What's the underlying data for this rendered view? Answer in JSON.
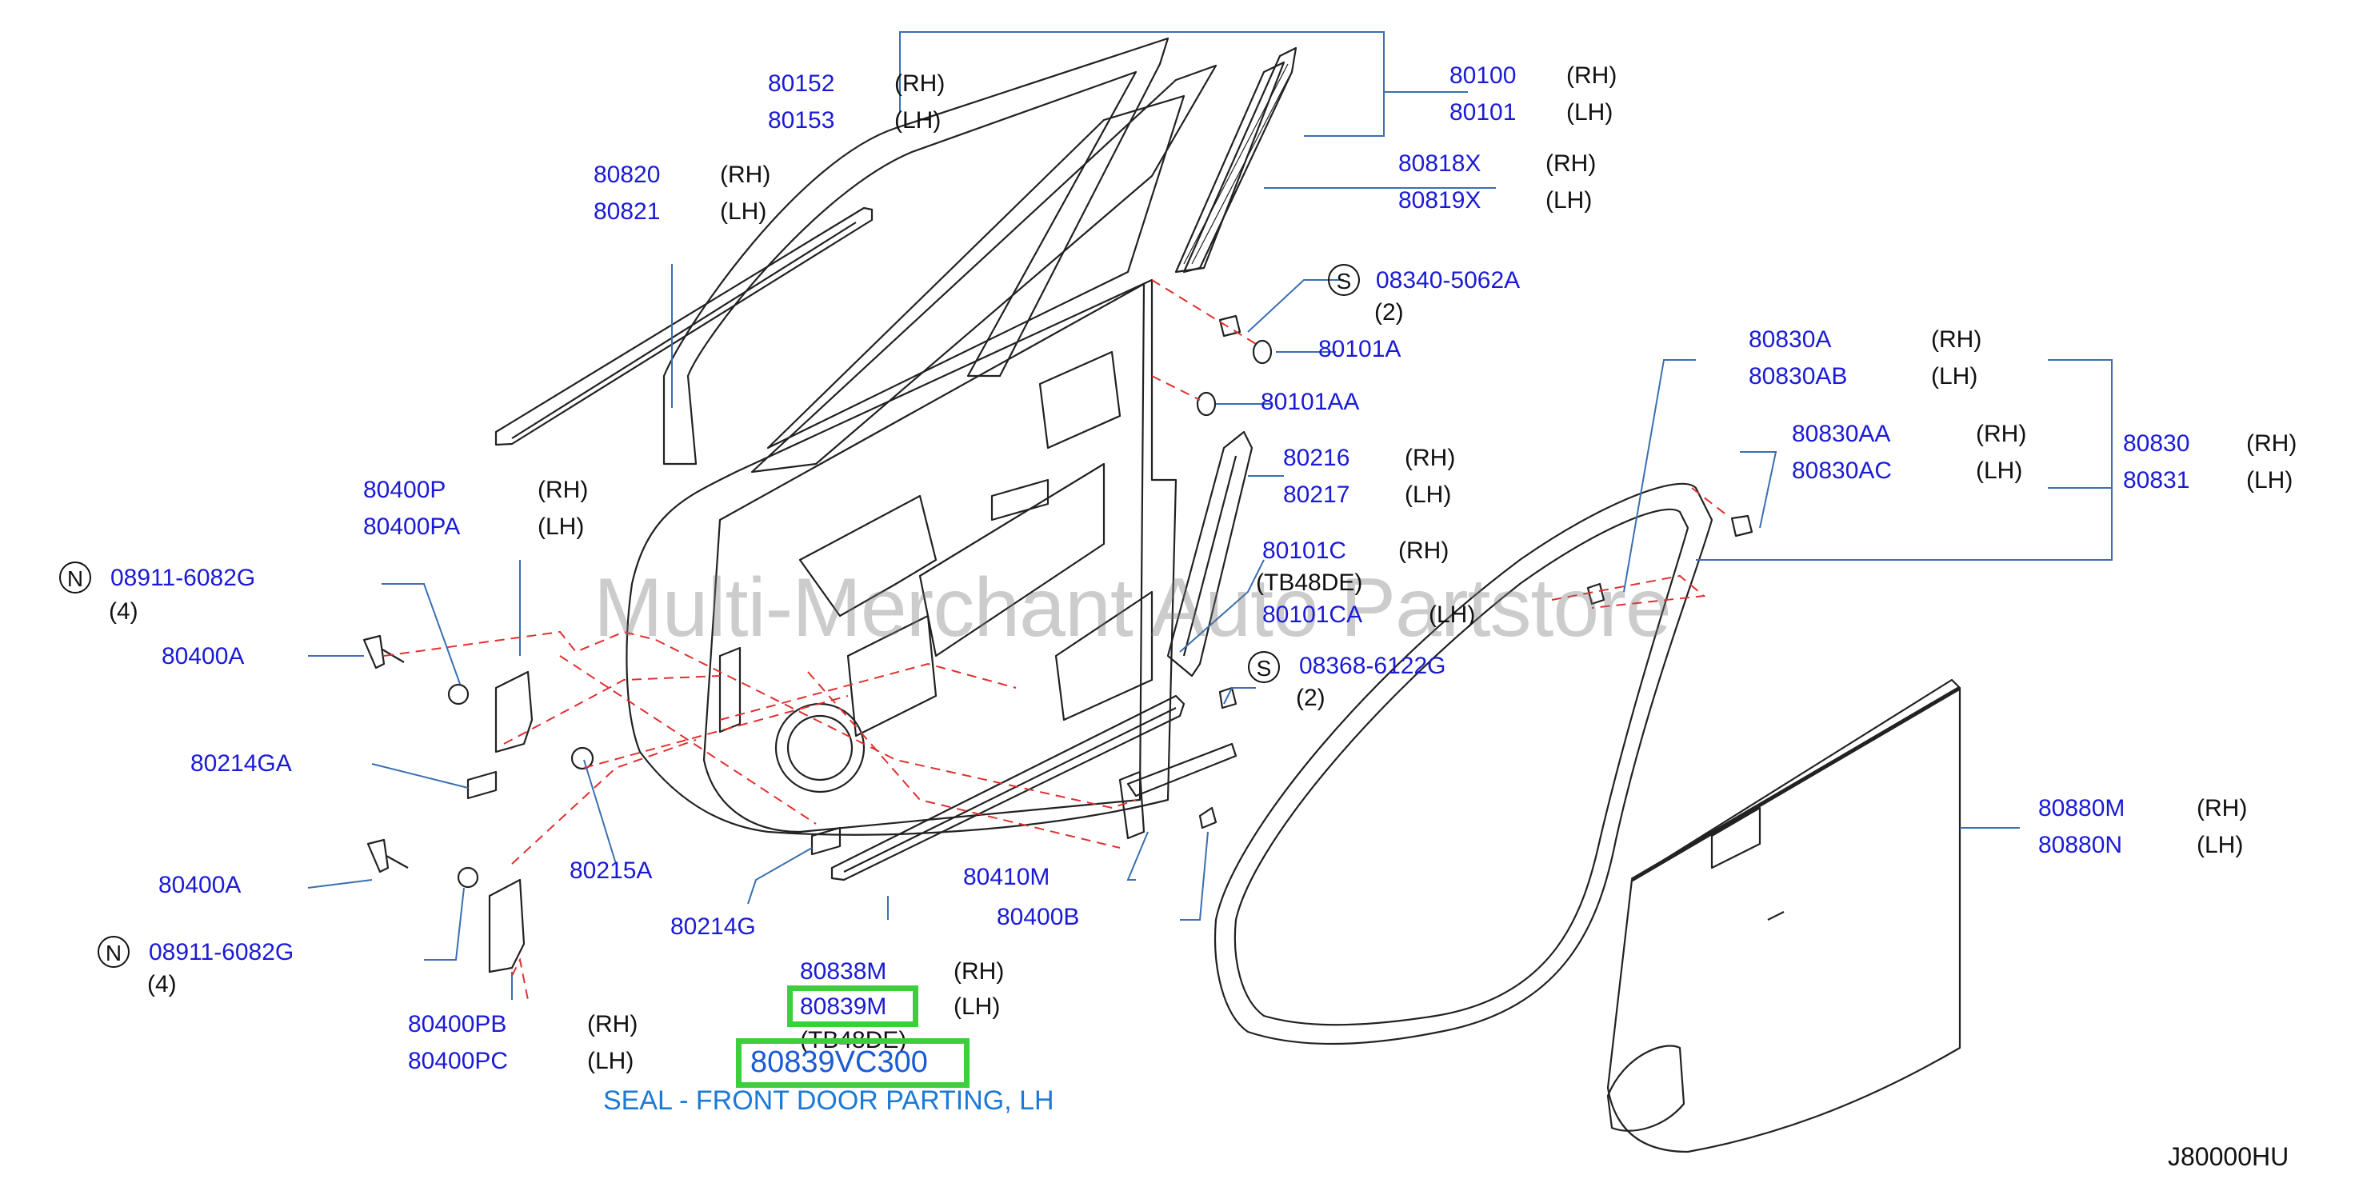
{
  "watermark": "Multi-Merchant Auto Partstore",
  "diagram_code": "J80000HU",
  "selected": {
    "part_number": "80839VC300",
    "caption": "SEAL - FRONT DOOR PARTING, LH"
  },
  "labels": {
    "p80152": "80152",
    "p80153": "80153",
    "p80100": "80100",
    "p80101": "80101",
    "p80820": "80820",
    "p80821": "80821",
    "p80818x": "80818X",
    "p80819x": "80819X",
    "p08340": "08340-5062A",
    "q08340": "(2)",
    "p80101a": "80101A",
    "p80101aa": "80101AA",
    "p80830a": "80830A",
    "p80830ab": "80830AB",
    "p80830aa": "80830AA",
    "p80830ac": "80830AC",
    "p80830": "80830",
    "p80831": "80831",
    "p80216": "80216",
    "p80217": "80217",
    "p80400p": "80400P",
    "p80400pa": "80400PA",
    "p08911a": "08911-6082G",
    "q08911a": "(4)",
    "p80101c": "80101C",
    "tb48de_1": "(TB48DE)",
    "p80101ca": "80101CA",
    "p80400a_1": "80400A",
    "p08368": "08368-6122G",
    "q08368": "(2)",
    "p80214ga": "80214GA",
    "p80880m": "80880M",
    "p80880n": "80880N",
    "p80215a": "80215A",
    "p80400a_2": "80400A",
    "p80410m": "80410M",
    "p80400b": "80400B",
    "p80214g": "80214G",
    "p08911b": "08911-6082G",
    "q08911b": "(4)",
    "p80838m": "80838M",
    "p80839m": "80839M",
    "tb48de_2": "(TB48DE)",
    "p80400pb": "80400PB",
    "p80400pc": "80400PC"
  },
  "sides": {
    "rh": "(RH)",
    "lh": "(LH)"
  },
  "circles": {
    "s": "S",
    "n": "N"
  },
  "colors": {
    "part_number": "#1b1bd6",
    "leader_line": "#3a6fb0",
    "dashed_line": "#e03030",
    "highlight": "#3ccf3c",
    "caption": "#1b7ad6"
  }
}
